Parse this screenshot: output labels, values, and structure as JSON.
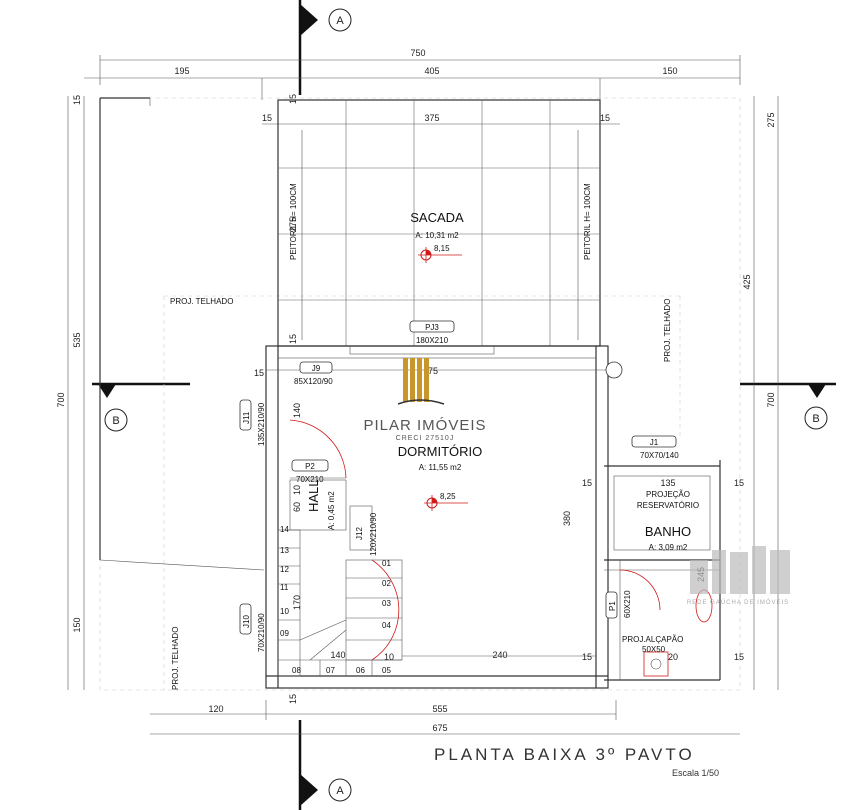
{
  "title": "PLANTA BAIXA 3º PAVTO",
  "scale": "Escala 1/50",
  "section_marks": {
    "a": "A",
    "b": "B"
  },
  "rooms": {
    "sacada": {
      "name": "SACADA",
      "area": "A: 10,31 m2",
      "level": "8,15"
    },
    "dormitorio": {
      "name": "DORMITÓRIO",
      "area": "A: 11,55 m2",
      "level": "8,25"
    },
    "hall": {
      "name": "HALL",
      "area": "A: 0,45 m2"
    },
    "banho": {
      "name": "BANHO",
      "area": "A: 3,09 m2"
    }
  },
  "labels": {
    "proj_telhado": "PROJ. TELHADO",
    "peitoril": "PEITORIL H= 100CM",
    "projecao": "PROJEÇÃO",
    "reservatorio": "RESERVATÓRIO",
    "proj_alcapao": "PROJ.ALÇAPÃO",
    "alcapao_size": "50X50"
  },
  "openings": {
    "pj3": "PJ3",
    "pj3_size": "180X210",
    "j9": "J9",
    "j9_size": "85X120/90",
    "j11": "J11",
    "j11_size": "135X210/90",
    "p2": "P2",
    "p2_size": "70X210",
    "j12": "J12",
    "j12_size": "120X210/90",
    "j10": "J10",
    "j10_size": "70X210/90",
    "j1": "J1",
    "j1_size": "70X70/140",
    "p1": "P1",
    "p1_size": "60X210"
  },
  "dims": {
    "top_total": "750",
    "top_left": "195",
    "top_mid": "405",
    "top_right": "150",
    "inner_15a": "15",
    "inner_375": "375",
    "inner_15b": "15",
    "left_700": "700",
    "left_535": "535",
    "left_150": "150",
    "left_15": "15",
    "right_425": "425",
    "right_275": "275",
    "right_700": "700",
    "sacada_275": "275",
    "sacada_15": "15",
    "d75": "75",
    "dorm_140": "140",
    "dorm_380": "380",
    "d240": "240",
    "d140": "140",
    "d10a": "10",
    "d10b": "10",
    "d60": "60",
    "d15a": "15",
    "d170": "170",
    "banho_135": "135",
    "d15c": "15",
    "d15d": "15",
    "d245": "245",
    "d20": "20",
    "d15e": "15",
    "bot_120": "120",
    "bot_555": "555",
    "bot_675": "675",
    "bot_15": "15"
  },
  "steps": [
    "01",
    "02",
    "03",
    "04",
    "05",
    "06",
    "07",
    "08",
    "09",
    "10",
    "11",
    "12",
    "13",
    "14"
  ],
  "logo": {
    "name": "PILAR IMÓVEIS",
    "creci": "CRECI 27510J",
    "watermark": "REDE GAÚCHA DE IMÓVEIS"
  },
  "colors": {
    "line": "#333333",
    "accent_red": "#d11a1a",
    "logo_gold": "#c9962b"
  }
}
